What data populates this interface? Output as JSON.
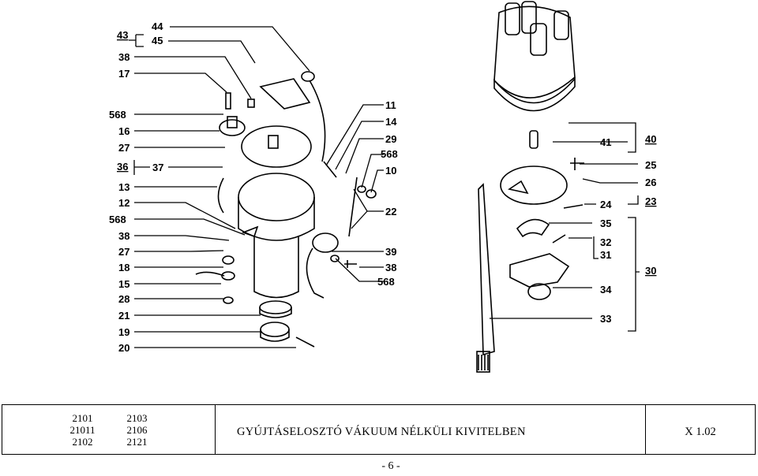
{
  "diagram": {
    "left_labels": [
      "43",
      "44",
      "45",
      "38",
      "17",
      "568",
      "16",
      "27",
      "36",
      "37",
      "13",
      "12",
      "568",
      "38",
      "27",
      "18",
      "15",
      "28",
      "21",
      "19",
      "20"
    ],
    "mid_labels": [
      "11",
      "14",
      "29",
      "568",
      "10",
      "22",
      "39",
      "38",
      "568"
    ],
    "right_labels": [
      "41",
      "40",
      "25",
      "26",
      "24",
      "23",
      "35",
      "32",
      "31",
      "30",
      "34",
      "33"
    ]
  },
  "title_block": {
    "models_col1": [
      "2101",
      "21011",
      "2102"
    ],
    "models_col2": [
      "2103",
      "2106",
      "2121"
    ],
    "title": "GYÚJTÁSELOSZTÓ VÁKUUM NÉLKÜLI KIVITELBEN",
    "code": "X 1.02"
  },
  "page_number": "- 6 -"
}
